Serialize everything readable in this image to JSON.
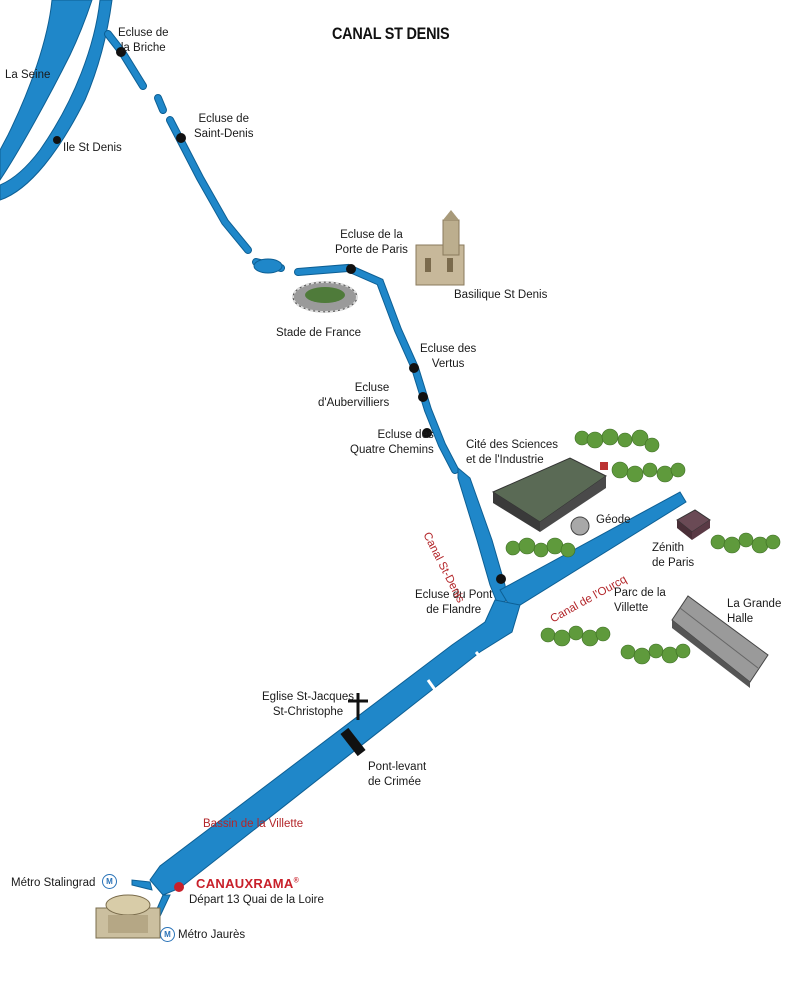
{
  "title": "CANAL ST DENIS",
  "colors": {
    "water": "#1f87c9",
    "water_edge": "#0d5f94",
    "lock": "#111111",
    "accent_red": "#c8202a",
    "label_red": "#b3262a",
    "tree_green": "#5f9a3c",
    "metro_blue": "#2a73b8"
  },
  "rivers": {
    "seine": "La Seine",
    "ile": "Ile St Denis"
  },
  "locks": [
    {
      "name": "Ecluse de\nla Briche"
    },
    {
      "name": "Ecluse de\nSaint-Denis"
    },
    {
      "name": "Ecluse de la\nPorte de Paris"
    },
    {
      "name": "Ecluse des\nVertus"
    },
    {
      "name": "Ecluse\nd'Aubervilliers"
    },
    {
      "name": "Ecluse des\nQuatre Chemins"
    },
    {
      "name": "Ecluse du Pont\nde Flandre"
    }
  ],
  "landmarks": {
    "basilique": "Basilique St Denis",
    "stade": "Stade de France",
    "cite": "Cité des Sciences\net de l'Industrie",
    "geode": "Géode",
    "zenith": "Zénith\nde Paris",
    "parc": "Parc de la\nVillette",
    "grande_halle": "La Grande\nHalle",
    "eglise": "Eglise St-Jacques\nSt-Christophe",
    "pont": "Pont-levant\nde Crimée"
  },
  "waterways": {
    "canal_st_denis": "Canal St-Denis",
    "canal_ourcq": "Canal de l'Ourcq",
    "bassin": "Bassin de la Villette"
  },
  "departure": {
    "brand": "CANAUXRAMA",
    "trademark": "®",
    "address": "Départ 13 Quai de la Loire"
  },
  "metro": {
    "symbol": "M",
    "stalingrad": "Métro Stalingrad",
    "jaures": "Métro Jaurès"
  }
}
